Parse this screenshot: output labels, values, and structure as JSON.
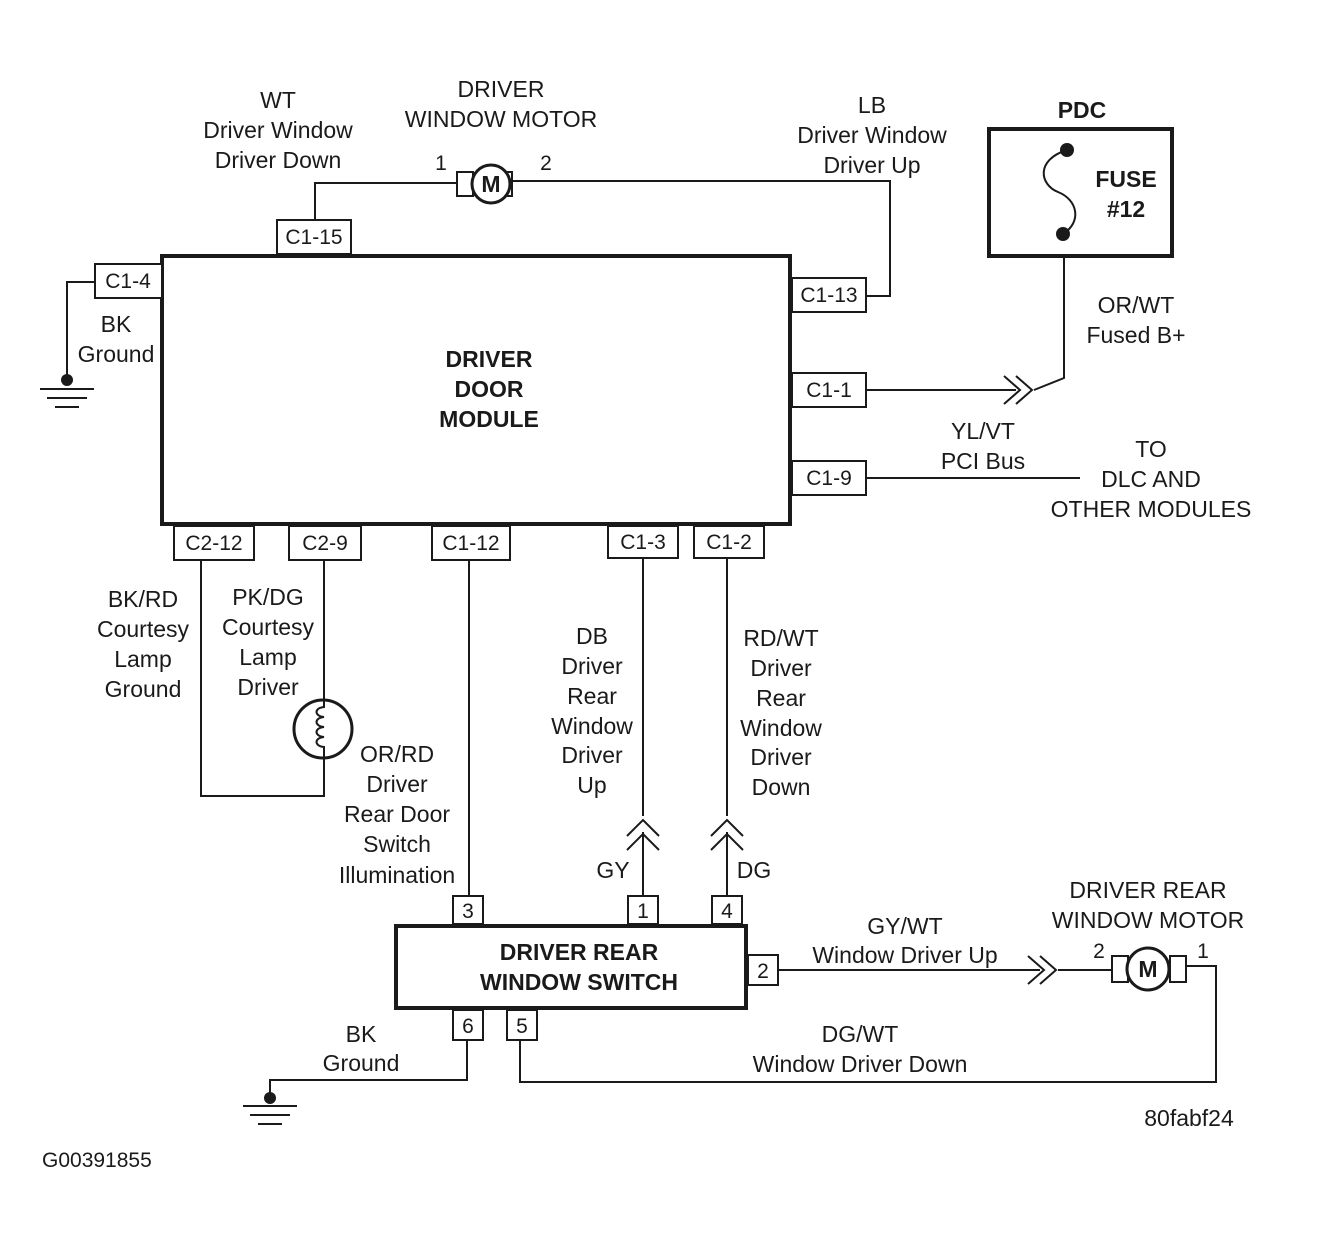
{
  "components": {
    "driver_door_module": [
      "DRIVER",
      "DOOR",
      "MODULE"
    ],
    "driver_rear_window_switch": [
      "DRIVER REAR",
      "WINDOW SWITCH"
    ],
    "pdc": "PDC",
    "fuse": [
      "FUSE",
      "#12"
    ],
    "driver_window_motor": [
      "DRIVER",
      "WINDOW MOTOR"
    ],
    "driver_rear_window_motor": [
      "DRIVER REAR",
      "WINDOW MOTOR"
    ],
    "motor_symbol": "M"
  },
  "pins": {
    "c1_15": "C1-15",
    "c1_4": "C1-4",
    "c1_13": "C1-13",
    "c1_1": "C1-1",
    "c1_9": "C1-9",
    "c2_12": "C2-12",
    "c2_9": "C2-9",
    "c1_12": "C1-12",
    "c1_3": "C1-3",
    "c1_2": "C1-2",
    "sw_3": "3",
    "sw_1": "1",
    "sw_4": "4",
    "sw_2": "2",
    "sw_6": "6",
    "sw_5": "5",
    "motor1_pin1": "1",
    "motor1_pin2": "2",
    "motor2_pin2": "2",
    "motor2_pin1": "1"
  },
  "wires": {
    "wt_driver_down": [
      "WT",
      "Driver Window",
      "Driver Down"
    ],
    "lb_driver_up": [
      "LB",
      "Driver Window",
      "Driver Up"
    ],
    "bk_ground_module": [
      "BK",
      "Ground"
    ],
    "or_wt_fused": [
      "OR/WT",
      "Fused B+"
    ],
    "yl_vt_pci": [
      "YL/VT",
      "PCI Bus"
    ],
    "to_dlc": [
      "TO",
      "DLC AND",
      "OTHER MODULES"
    ],
    "bk_rd_courtesy": [
      "BK/RD",
      "Courtesy",
      "Lamp",
      "Ground"
    ],
    "pk_dg_courtesy": [
      "PK/DG",
      "Courtesy",
      "Lamp",
      "Driver"
    ],
    "or_rd_illum": [
      "OR/RD",
      "Driver",
      "Rear Door",
      "Switch",
      "Illumination"
    ],
    "db_rear_up": [
      "DB",
      "Driver",
      "Rear",
      "Window",
      "Driver",
      "Up"
    ],
    "rd_wt_rear_down": [
      "RD/WT",
      "Driver",
      "Rear",
      "Window",
      "Driver",
      "Down"
    ],
    "gy": "GY",
    "dg": "DG",
    "gy_wt_up": [
      "GY/WT",
      "Window Driver Up"
    ],
    "dg_wt_down": [
      "DG/WT",
      "Window Driver Down"
    ],
    "bk_ground_switch": [
      "BK",
      "Ground"
    ]
  },
  "codes": {
    "figure_code": "80fabf24",
    "image_id": "G00391855"
  }
}
